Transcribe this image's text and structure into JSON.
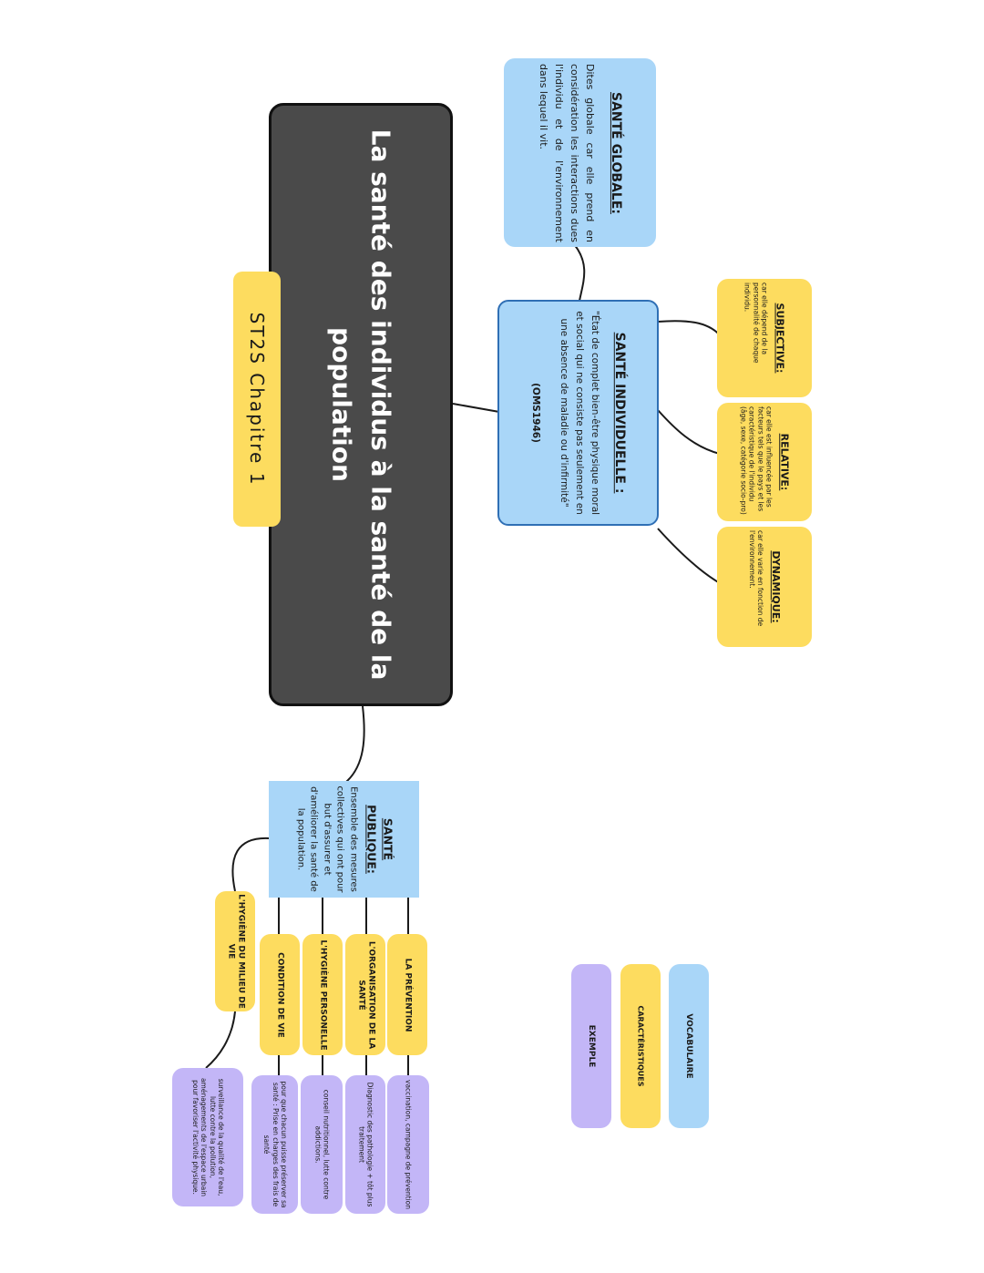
{
  "central": {
    "title": "La santé des individus à la santé de la population",
    "chapter": "ST2S Chapitre 1"
  },
  "sante_globale": {
    "title": "SANTÉ GLOBALE:",
    "text": "Dites globale car elle prend en considération les interactions dues l'individu et de l'environnement dans lequel il vit."
  },
  "sante_individuelle": {
    "title": "SANTÉ INDIVIDUELLE :",
    "text": "\"État de complet bien-être physique moral et social qui ne consiste pas seulement en une absence de maladie ou d'infirmité\"",
    "source": "(OMS1946)"
  },
  "caracteristiques_individuelle": [
    {
      "title": "SUBJECTIVE:",
      "text": "car elle dépend de la personnalité de chaque individu."
    },
    {
      "title": "RELATIVE:",
      "text": "car elle est influencée par les facteurs tels que le pays et les caractéristique de l'individu (âge, sexe, catégorie socio-pro)"
    },
    {
      "title": "DYNAMIQUE:",
      "text": "car elle varie en fonction de l'environnement."
    }
  ],
  "sante_publique": {
    "title": "SANTÉ PUBLIQUE:",
    "text": "Ensemble des mesures collectives qui ont pour but d'assurer et d'améliorer la santé de la population."
  },
  "domaines": [
    {
      "label": "LA PRÉVENTION",
      "example": "vaccination, campagne de prévention"
    },
    {
      "label": "L'ORGANISATION DE LA SANTÉ",
      "example": "Diagnostic des pathologie + tôt plus traitement"
    },
    {
      "label": "L'HYGIÈNE PERSONELLE",
      "example": "conseil nutritionnel, lutte contre addictions."
    },
    {
      "label": "CONDITION DE VIE",
      "example": "pour que chacun puisse préserver sa santé : Prise en charges des frais de santé"
    },
    {
      "label": "L'HYGIÈNE DU MILIEU DE VIE",
      "example": "surveillance de la qualité de l'eau, lutte contre la pollution, aménagements de l'espace urbain pour favoriser l'activité physique."
    }
  ],
  "legend": [
    {
      "label": "VOCABULAIRE",
      "color": "#a9d6f8"
    },
    {
      "label": "CARACTÉRISTIQUES",
      "color": "#fddc5f"
    },
    {
      "label": "EXEMPLE",
      "color": "#c3b6f7"
    }
  ],
  "colors": {
    "vocabulaire": "#a9d6f8",
    "caracteristiques": "#fddc5f",
    "exemple": "#c3b6f7",
    "central": "#4a4a4a"
  }
}
